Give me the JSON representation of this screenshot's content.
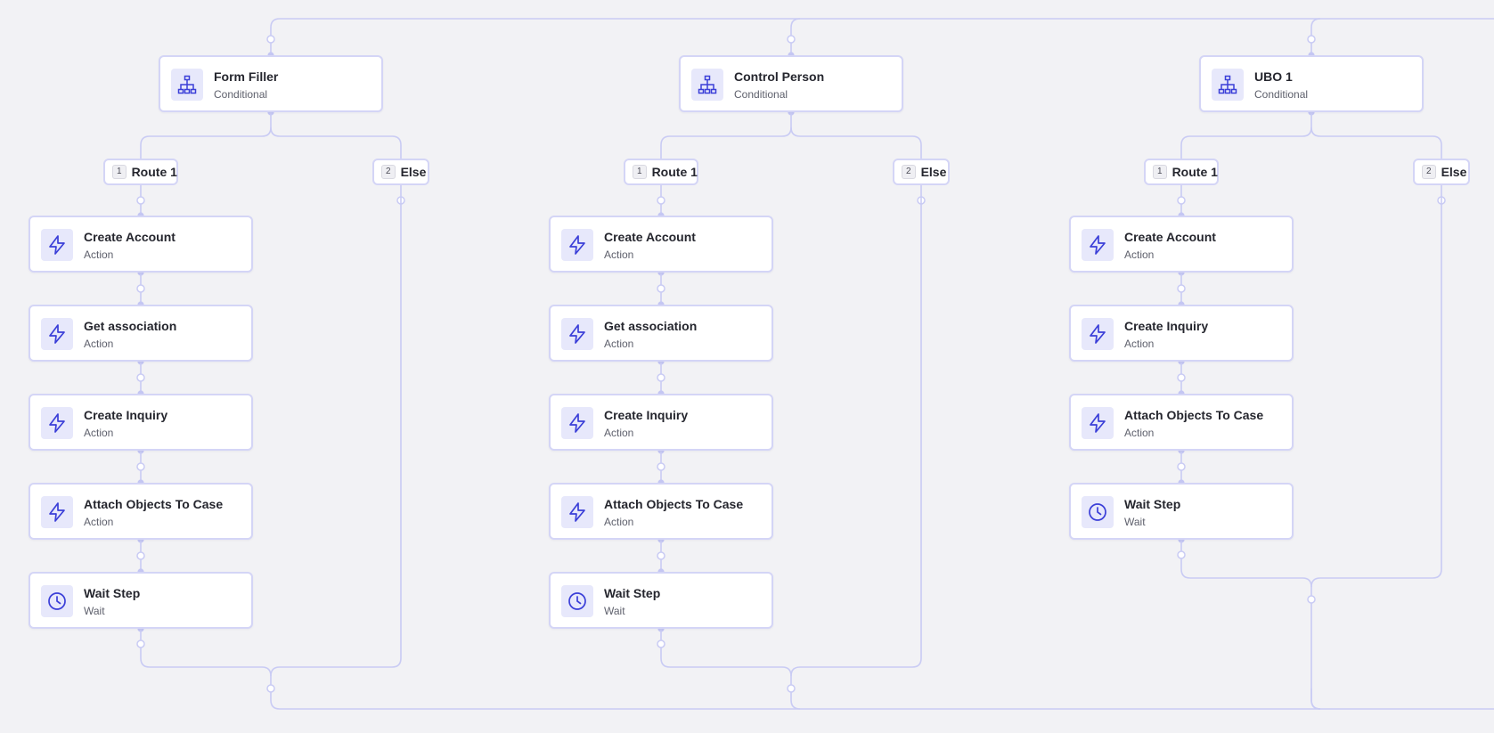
{
  "flows": [
    {
      "conditional": {
        "title": "Form Filler",
        "subtitle": "Conditional",
        "icon": "hierarchy-icon"
      },
      "routes": [
        {
          "number": "1",
          "label": "Route 1"
        },
        {
          "number": "2",
          "label": "Else"
        }
      ],
      "steps": [
        {
          "title": "Create Account",
          "subtitle": "Action",
          "icon": "lightning-icon"
        },
        {
          "title": "Get association",
          "subtitle": "Action",
          "icon": "lightning-icon"
        },
        {
          "title": "Create Inquiry",
          "subtitle": "Action",
          "icon": "lightning-icon"
        },
        {
          "title": "Attach Objects To Case",
          "subtitle": "Action",
          "icon": "lightning-icon"
        },
        {
          "title": "Wait Step",
          "subtitle": "Wait",
          "icon": "clock-icon"
        }
      ]
    },
    {
      "conditional": {
        "title": "Control Person",
        "subtitle": "Conditional",
        "icon": "hierarchy-icon"
      },
      "routes": [
        {
          "number": "1",
          "label": "Route 1"
        },
        {
          "number": "2",
          "label": "Else"
        }
      ],
      "steps": [
        {
          "title": "Create Account",
          "subtitle": "Action",
          "icon": "lightning-icon"
        },
        {
          "title": "Get association",
          "subtitle": "Action",
          "icon": "lightning-icon"
        },
        {
          "title": "Create Inquiry",
          "subtitle": "Action",
          "icon": "lightning-icon"
        },
        {
          "title": "Attach Objects To Case",
          "subtitle": "Action",
          "icon": "lightning-icon"
        },
        {
          "title": "Wait Step",
          "subtitle": "Wait",
          "icon": "clock-icon"
        }
      ]
    },
    {
      "conditional": {
        "title": "UBO 1",
        "subtitle": "Conditional",
        "icon": "hierarchy-icon"
      },
      "routes": [
        {
          "number": "1",
          "label": "Route 1"
        },
        {
          "number": "2",
          "label": "Else"
        }
      ],
      "steps": [
        {
          "title": "Create Account",
          "subtitle": "Action",
          "icon": "lightning-icon"
        },
        {
          "title": "Create Inquiry",
          "subtitle": "Action",
          "icon": "lightning-icon"
        },
        {
          "title": "Attach Objects To Case",
          "subtitle": "Action",
          "icon": "lightning-icon"
        },
        {
          "title": "Wait Step",
          "subtitle": "Wait",
          "icon": "clock-icon"
        }
      ]
    }
  ],
  "colors": {
    "background": "#f2f2f5",
    "edge": "#c9cbf4",
    "node_border": "#d4d5f6",
    "icon_bg": "#e7e8fb",
    "icon_stroke": "#3b3fd8"
  }
}
